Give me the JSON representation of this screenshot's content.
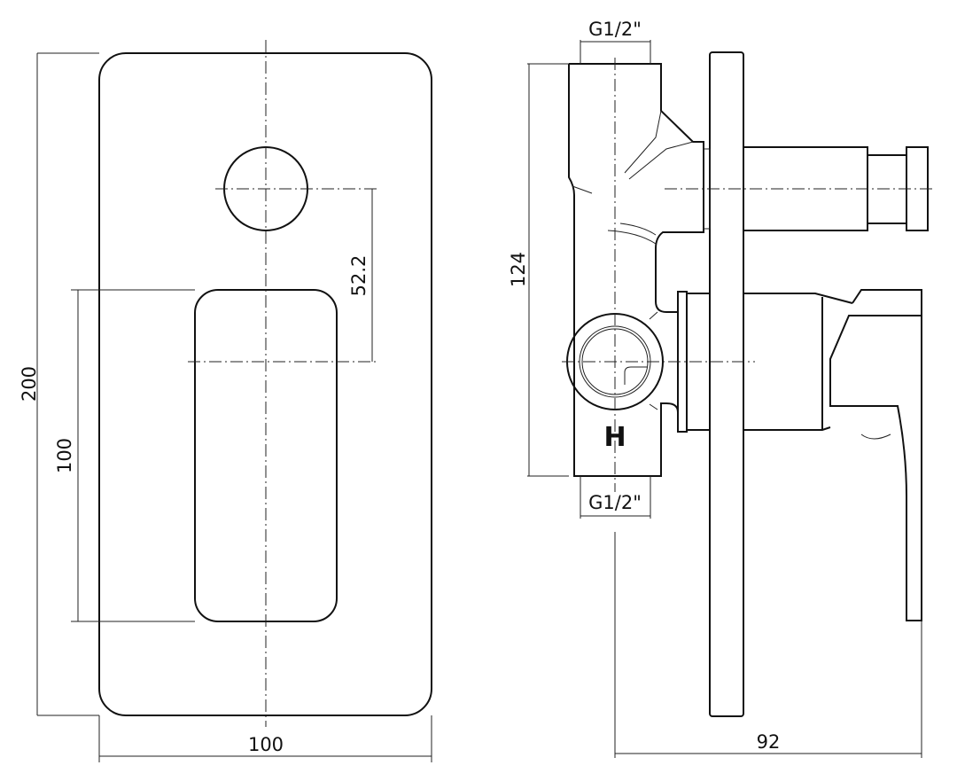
{
  "front_view": {
    "height_label": "200",
    "width_label": "100",
    "opening_label": "100",
    "offset_label": "52.2"
  },
  "side_view": {
    "top_thread": "G1/2\"",
    "bottom_thread": "G1/2\"",
    "height_label": "124",
    "depth_label": "92",
    "inlet_marker": "H"
  }
}
